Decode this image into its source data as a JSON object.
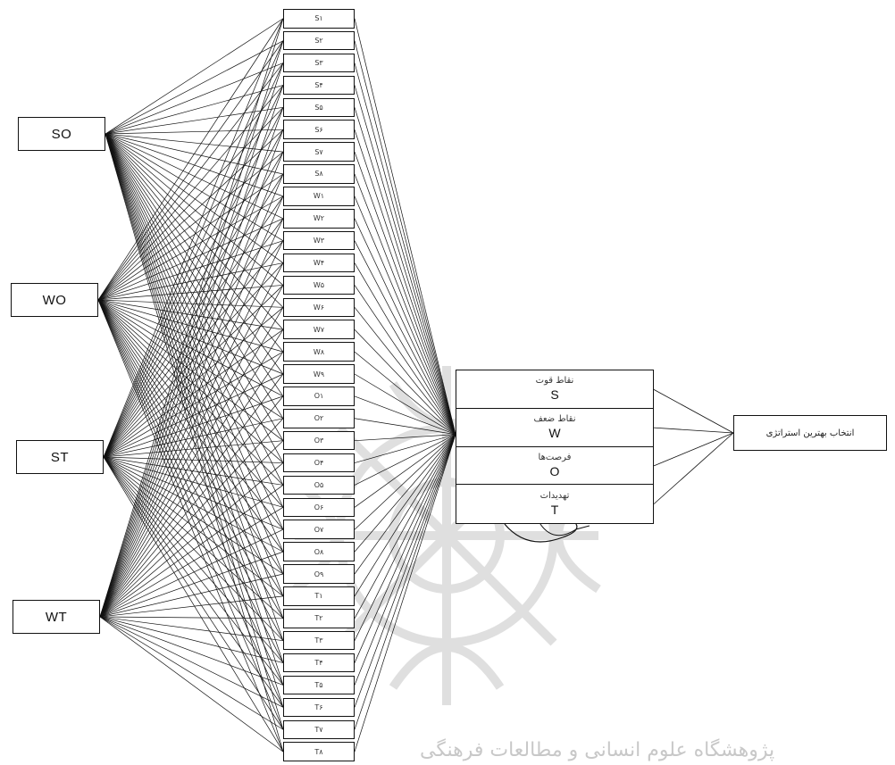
{
  "goal": {
    "label": "انتخاب بهترین استراتژی"
  },
  "swot": [
    {
      "name": "نقاط قوت",
      "letter": "S"
    },
    {
      "name": "نقاط ضعف",
      "letter": "W"
    },
    {
      "name": "فرصت‌ها",
      "letter": "O"
    },
    {
      "name": "تهدیدات",
      "letter": "T"
    }
  ],
  "strategies": [
    "SO",
    "WO",
    "ST",
    "WT"
  ],
  "factors": [
    "S۱",
    "S۲",
    "S۳",
    "S۴",
    "S۵",
    "S۶",
    "S۷",
    "S۸",
    "W۱",
    "W۲",
    "W۳",
    "W۴",
    "W۵",
    "W۶",
    "W۷",
    "W۸",
    "W۹",
    "O۱",
    "O۲",
    "O۳",
    "O۴",
    "O۵",
    "O۶",
    "O۷",
    "O۸",
    "O۹",
    "T۱",
    "T۲",
    "T۳",
    "T۴",
    "T۵",
    "T۶",
    "T۷",
    "T۸"
  ],
  "watermark_text": "پژوهشگاه علوم انسانی و مطالعات فرهنگی"
}
